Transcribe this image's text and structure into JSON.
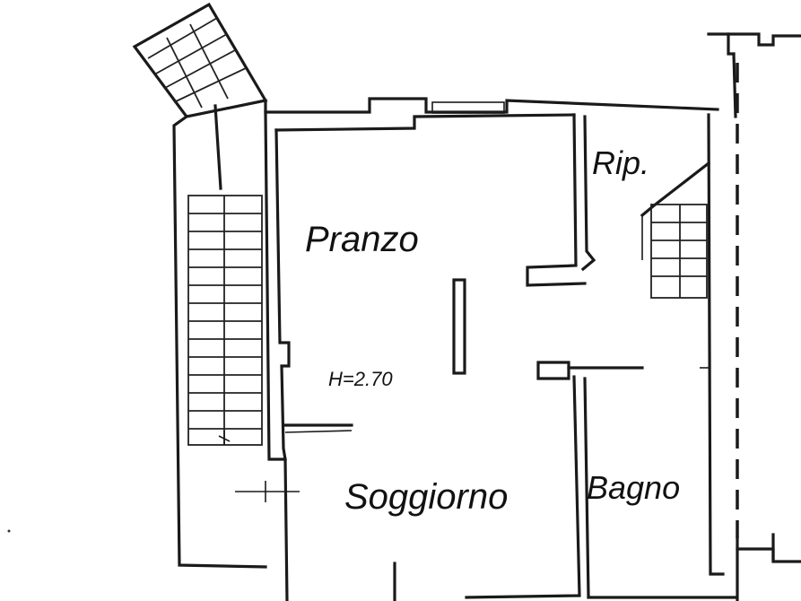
{
  "rooms": {
    "pranzo": "Pranzo",
    "rip": "Rip.",
    "soggiorno": "Soggiorno",
    "bagno": "Bagno"
  },
  "ceiling_height": "H=2.70"
}
